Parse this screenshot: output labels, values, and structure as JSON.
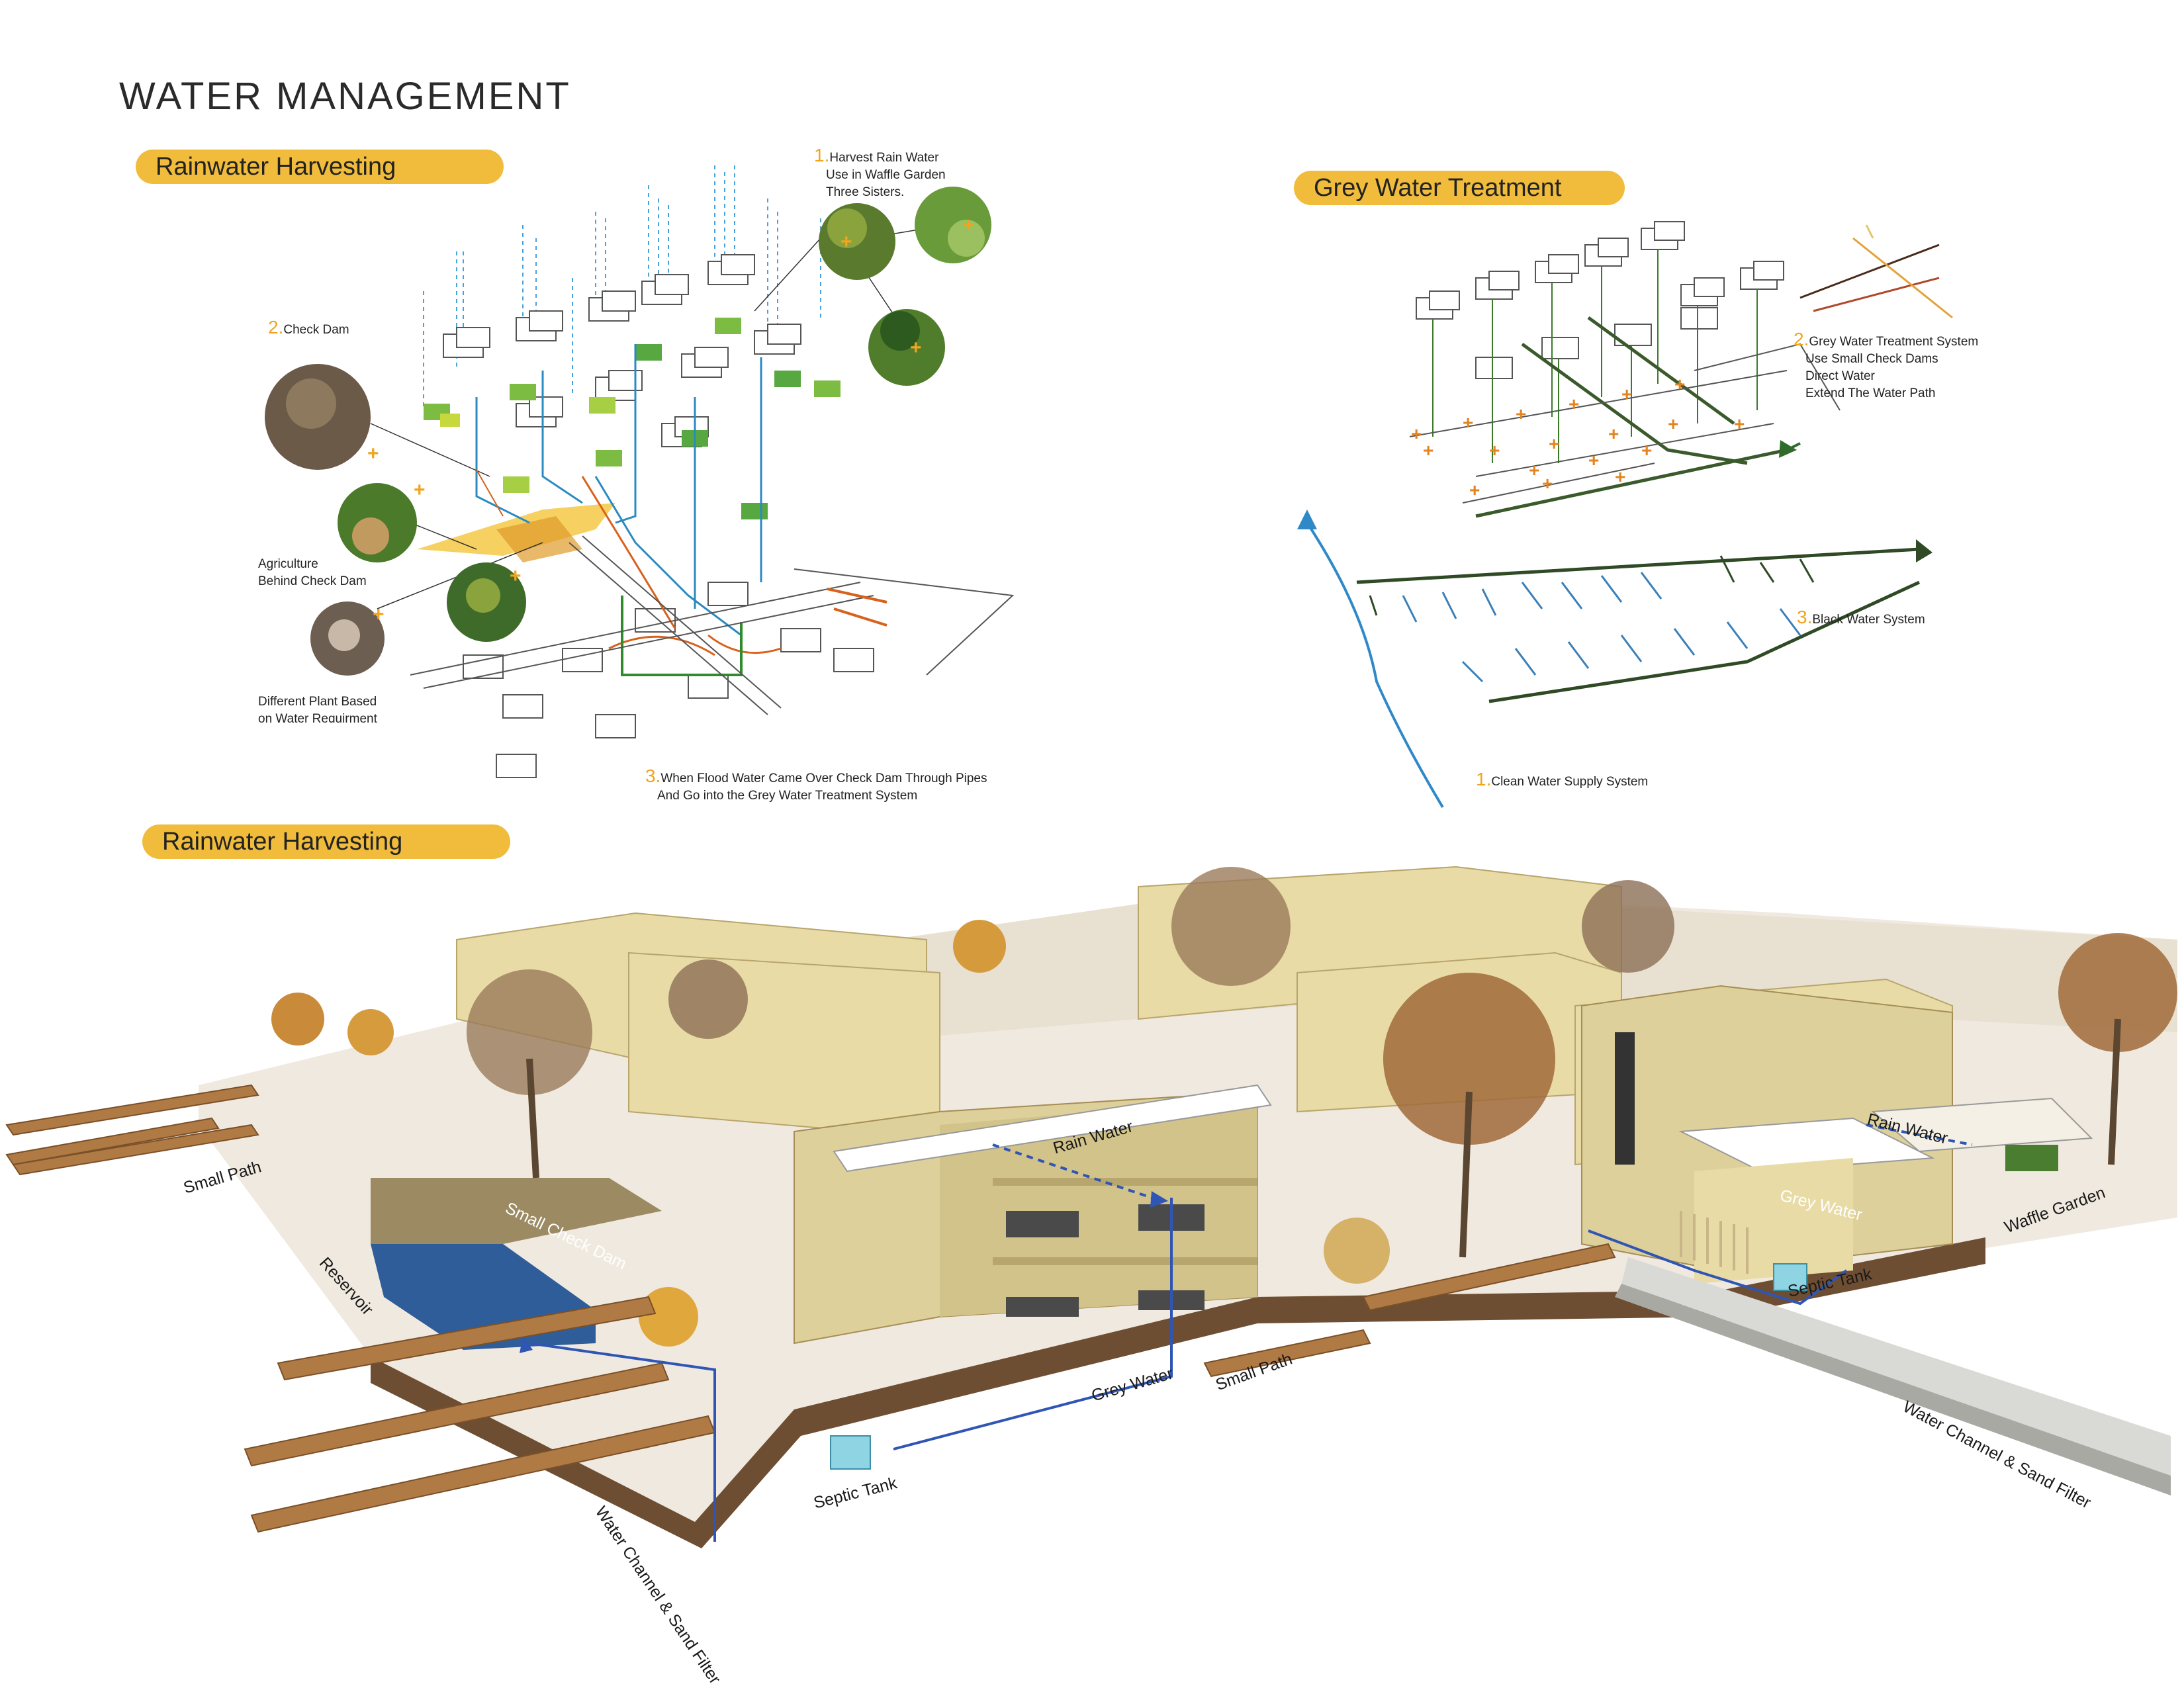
{
  "title": "WATER MANAGEMENT",
  "sections": {
    "rainwater_top": "Rainwater Harvesting",
    "grey_water": "Grey Water Treatment",
    "rainwater_bottom": "Rainwater Harvesting"
  },
  "rainwater_annotations": {
    "a1_num": "1.",
    "a1_lines": [
      "Harvest Rain Water",
      "Use in Waffle Garden",
      "Three Sisters."
    ],
    "a2_num": "2.",
    "a2_text": "Check Dam",
    "agri": [
      "Agriculture",
      "Behind Check Dam"
    ],
    "diff": [
      "Different Plant Based",
      "on Water Requirment"
    ],
    "a3_num": "3.",
    "a3_lines": [
      "When Flood Water Came Over Check Dam Through Pipes",
      "And Go into the Grey Water Treatment System"
    ]
  },
  "grey_annotations": {
    "g2_num": "2.",
    "g2_lines": [
      "Grey Water Treatment System",
      "Use Small Check Dams",
      "Direct Water",
      "Extend The Water Path"
    ],
    "g3_num": "3.",
    "g3_text": "Black Water System",
    "g1_num": "1.",
    "g1_text": "Clean Water Supply System"
  },
  "section_labels": {
    "small_path_left": "Small Path",
    "reservoir": "Reservoir",
    "small_check_dam": "Small Check Dam",
    "rain_water_1": "Rain Water",
    "rain_water_2": "Rain Water",
    "grey_water_1": "Grey Water",
    "grey_water_2": "Grey Water",
    "small_path_mid": "Small Path",
    "septic_tank_1": "Septic Tank",
    "septic_tank_2": "Septic Tank",
    "waffle_garden": "Waffle Garden",
    "channel_1": "Water Channel & Sand Filter",
    "channel_2": "Water Channel & Sand Filter"
  },
  "colors": {
    "pill": "#f1bc3b",
    "accent_number": "#f1a41e",
    "water_blue": "#2f6fbf",
    "grey_green": "#3a5a2c",
    "building": "#e8dba6",
    "wood": "#b07a45"
  }
}
